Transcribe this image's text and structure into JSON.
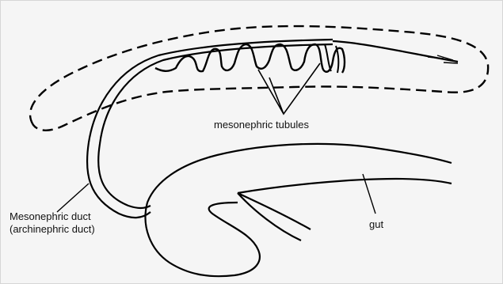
{
  "diagram": {
    "labels": {
      "tubules": "mesonephric tubules",
      "duct_line1": "Mesonephric duct",
      "duct_line2": "(archinephric duct)",
      "gut": "gut"
    }
  }
}
